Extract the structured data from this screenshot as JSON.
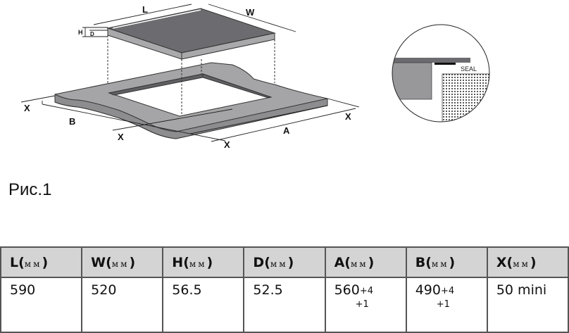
{
  "diagram": {
    "labels": {
      "L": "L",
      "W": "W",
      "H": "H",
      "D": "D",
      "A": "A",
      "B": "B",
      "X": "X"
    },
    "seal_label": "SEAL"
  },
  "caption": "Рис.1",
  "table": {
    "headers": [
      {
        "letter": "L",
        "unit": "мм"
      },
      {
        "letter": "W",
        "unit": "мм"
      },
      {
        "letter": "H",
        "unit": "мм"
      },
      {
        "letter": "D",
        "unit": "мм"
      },
      {
        "letter": "A",
        "unit": "мм"
      },
      {
        "letter": "B",
        "unit": "мм"
      },
      {
        "letter": "X",
        "unit": "мм"
      }
    ],
    "row": [
      {
        "value": "590"
      },
      {
        "value": "520"
      },
      {
        "value": "56.5"
      },
      {
        "value": "52.5"
      },
      {
        "value": "560",
        "tol_upper": "+4",
        "tol_lower": "+1"
      },
      {
        "value": "490",
        "tol_upper": "+4",
        "tol_lower": "+1"
      },
      {
        "value": "50 mini"
      }
    ]
  },
  "colors": {
    "header_bg": "#d4d4d4",
    "hob_top": "#6c6c70",
    "hob_side": "#a9a9ab",
    "counter": "#a5a5a7"
  }
}
